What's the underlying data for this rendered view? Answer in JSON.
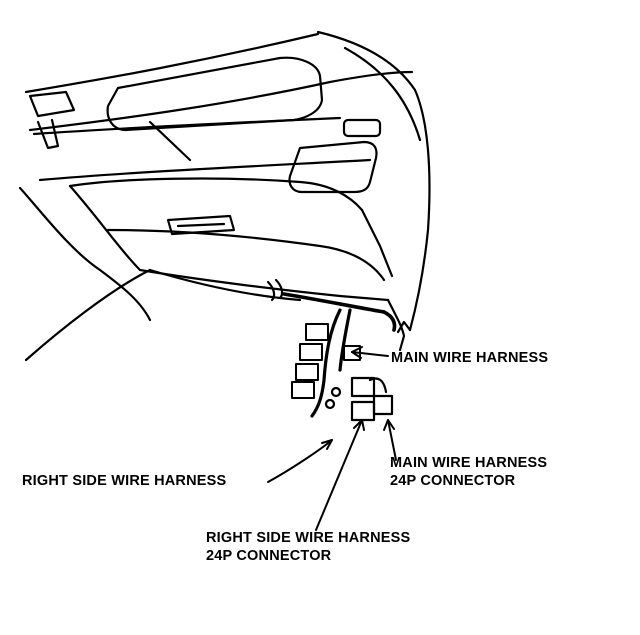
{
  "labels": {
    "main_wire_harness": "MAIN WIRE HARNESS",
    "main_connector_line1": "MAIN WIRE HARNESS",
    "main_connector_line2": "24P CONNECTOR",
    "right_side_wire_harness": "RIGHT SIDE WIRE HARNESS",
    "right_connector_line1": "RIGHT SIDE WIRE HARNESS",
    "right_connector_line2": "24P CONNECTOR"
  }
}
